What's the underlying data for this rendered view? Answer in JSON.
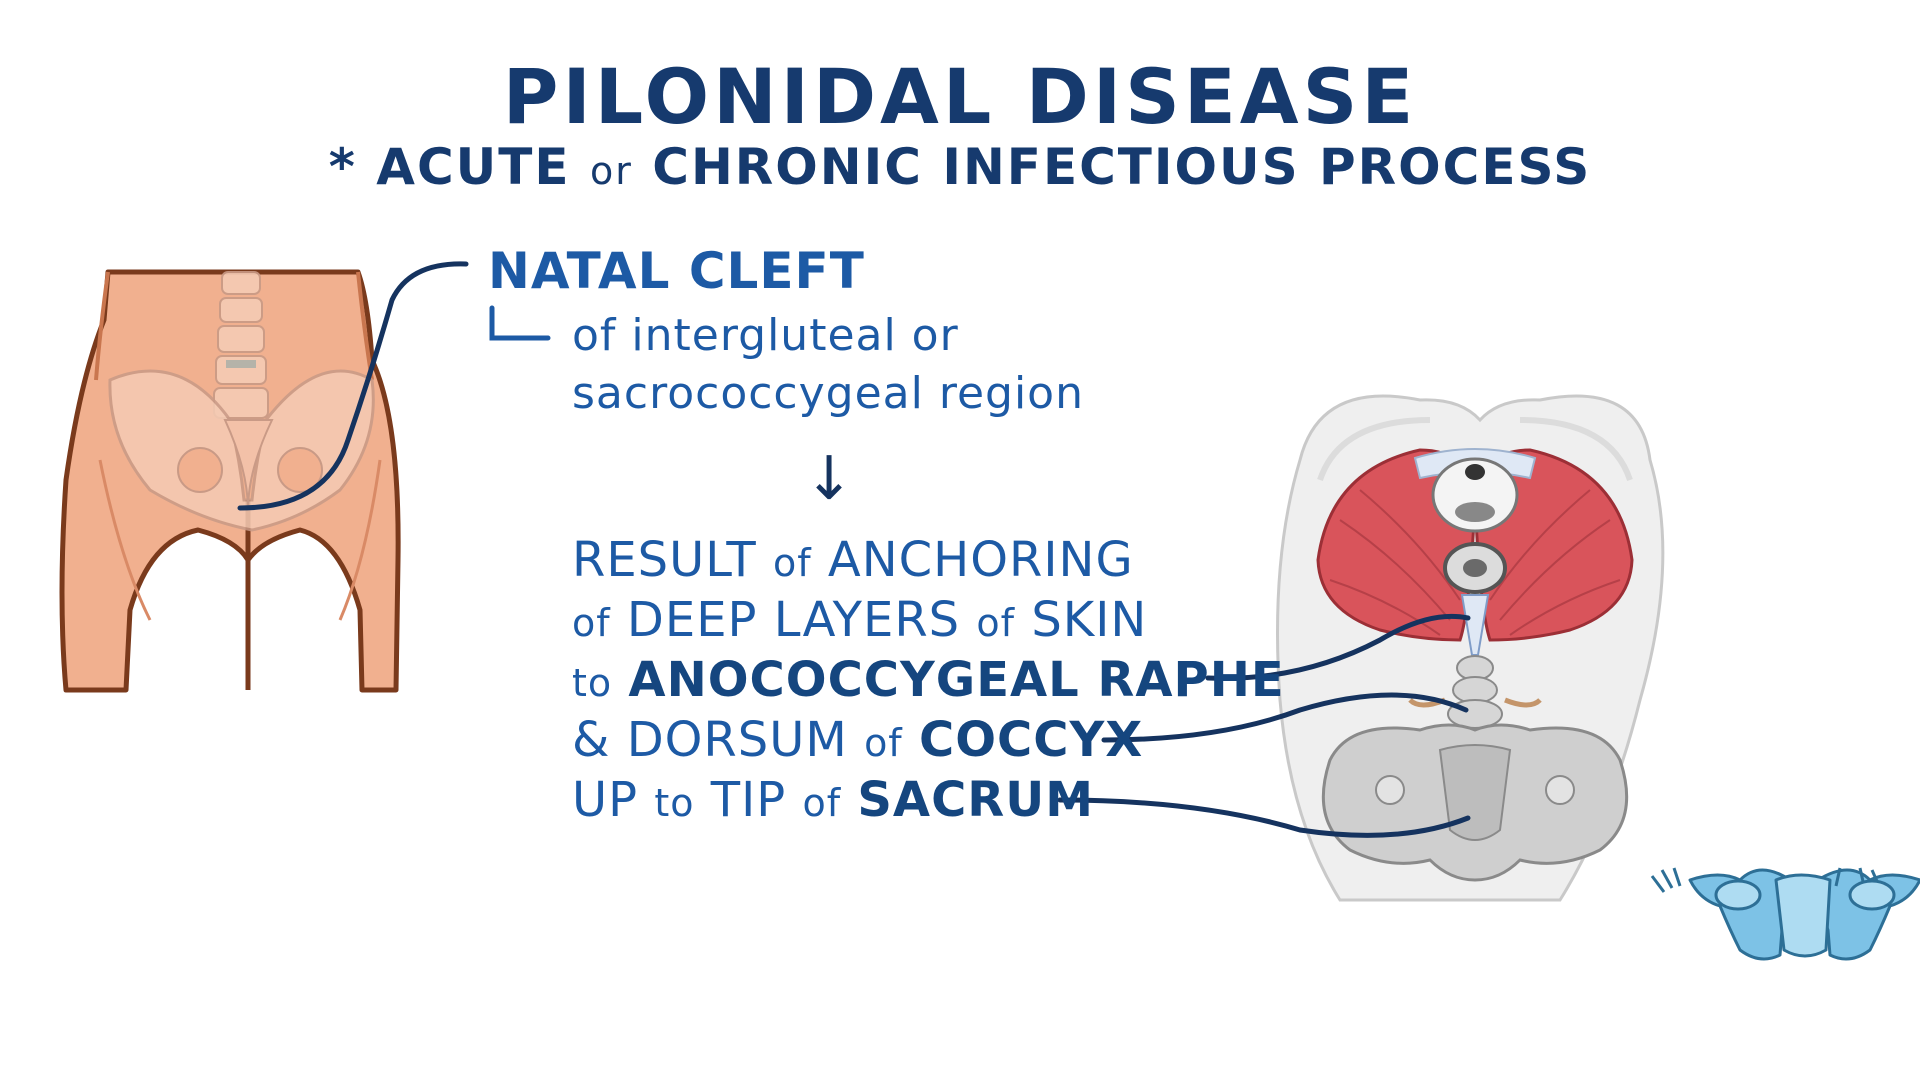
{
  "title": "PILONIDAL DISEASE",
  "subtitle": {
    "bullet": "*",
    "part1": "ACUTE",
    "or": "or",
    "part2": "CHRONIC INFECTIOUS PROCESS"
  },
  "natal_cleft": {
    "label": "NATAL CLEFT",
    "line1": "of intergluteal or",
    "line2": "sacrococcygeal region"
  },
  "arrow": "↓",
  "result": {
    "l1a": "RESULT",
    "l1b": "of",
    "l1c": "ANCHORING",
    "l2a": "of",
    "l2b": "DEEP LAYERS",
    "l2c": "of",
    "l2d": "SKIN",
    "l3a": "to",
    "l3b": "ANOCOCCYGEAL RAPHE",
    "l4a": "& DORSUM",
    "l4b": "of",
    "l4c": "COCCYX",
    "l5a": "UP",
    "l5b": "to",
    "l5c": "TIP",
    "l5d": "of",
    "l5e": "SACRUM"
  },
  "colors": {
    "title": "#163a6e",
    "text": "#1d5aa5",
    "skin": "#f1b08f",
    "muscle": "#d9545b",
    "bone": "#c9c9c9",
    "leader_line": "#15335f",
    "icon": "#7dc2e6"
  },
  "icons": [
    "posterior-torso-illustration",
    "pelvic-floor-illustration",
    "lithotomy-orientation-icon"
  ]
}
